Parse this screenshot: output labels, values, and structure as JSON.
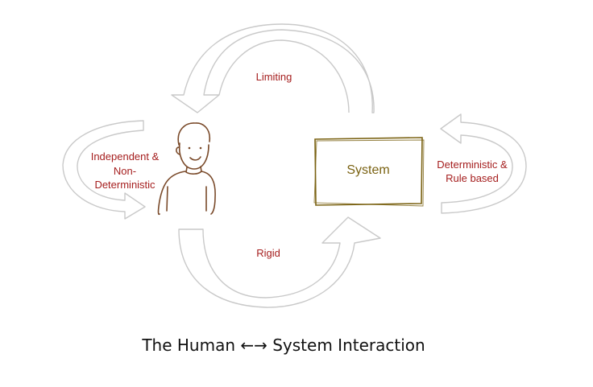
{
  "diagram": {
    "labels": {
      "top_arrow": "Limiting",
      "bottom_arrow": "Rigid",
      "left_loop_line1": "Independent &",
      "left_loop_line2": "Non-",
      "left_loop_line3": "Deterministic",
      "right_loop_line1": "Deterministic &",
      "right_loop_line2": "Rule based",
      "system_box": "System"
    },
    "caption": "The Human ←→  System Interaction",
    "icons": {
      "human": "person-icon"
    },
    "colors": {
      "label_red": "#a51e1e",
      "system_text": "#7a6212",
      "system_border": "#7a6212",
      "arrow_outline": "#c9c9c9",
      "person_stroke": "#7a4a2a",
      "caption_text": "#111111"
    }
  }
}
